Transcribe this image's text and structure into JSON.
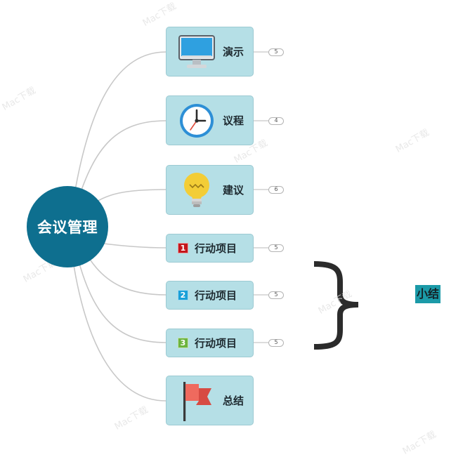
{
  "root": {
    "label": "会议管理"
  },
  "topics": [
    {
      "label": "演示",
      "count": "5",
      "icon": "monitor-icon"
    },
    {
      "label": "议程",
      "count": "4",
      "icon": "clock-icon"
    },
    {
      "label": "建议",
      "count": "6",
      "icon": "lightbulb-icon"
    },
    {
      "label": "行动项目",
      "count": "5",
      "icon": "priority-1-icon",
      "priority": "1"
    },
    {
      "label": "行动项目",
      "count": "5",
      "icon": "priority-2-icon",
      "priority": "2"
    },
    {
      "label": "行动项目",
      "count": "5",
      "icon": "priority-3-icon",
      "priority": "3"
    },
    {
      "label": "总结",
      "icon": "flag-icon"
    }
  ],
  "summary": {
    "label": "小结"
  },
  "colors": {
    "root": "#0e6f8f",
    "topic": "#b5dfe6",
    "priority_1": "#c4161c",
    "priority_2": "#1aa0d8",
    "priority_3": "#6cb43f",
    "summary": "#1b9aa8",
    "connector": "#c8c8c8",
    "brace": "#2b2b2b"
  }
}
